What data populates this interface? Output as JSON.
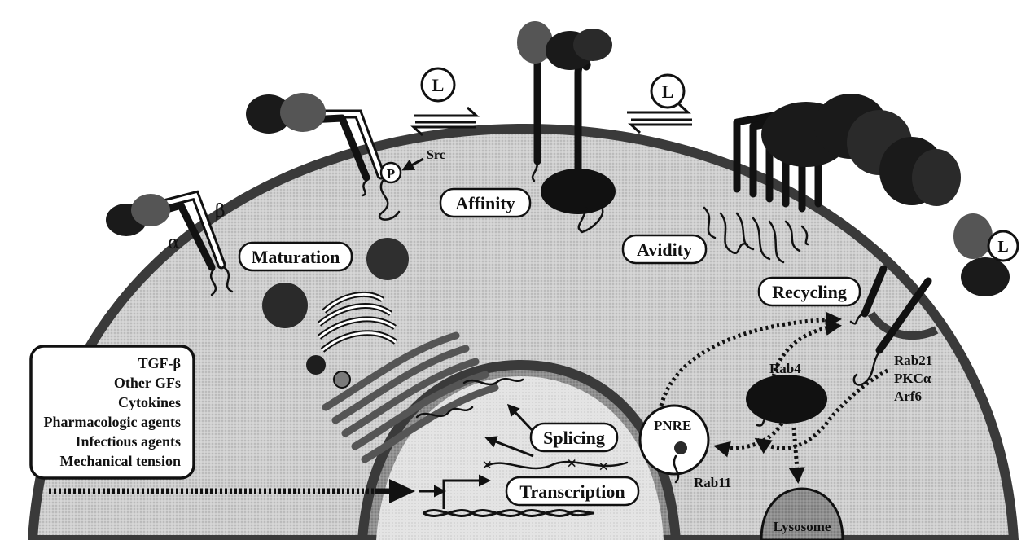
{
  "labels": {
    "ligand": "L",
    "alpha": "α",
    "beta": "β",
    "src": "Src",
    "phospho": "P",
    "maturation": "Maturation",
    "affinity": "Affinity",
    "avidity": "Avidity",
    "recycling": "Recycling",
    "splicing": "Splicing",
    "transcription": "Transcription",
    "pnre": "PNRE",
    "rab4": "Rab4",
    "rab11": "Rab11",
    "lysosome": "Lysosome",
    "rab21": "Rab21",
    "pkc": "PKCα",
    "arf6": "Arf6"
  },
  "stimuli": [
    "TGF-β",
    "Other GFs",
    "Cytokines",
    "Pharmacologic agents",
    "Infectious agents",
    "Mechanical tension"
  ],
  "colors": {
    "cytoplasm": "#c9c9c9",
    "nucleus": "#9a9a9a",
    "membrane": "#3a3a3a",
    "dark_domain": "#1a1a1a"
  }
}
